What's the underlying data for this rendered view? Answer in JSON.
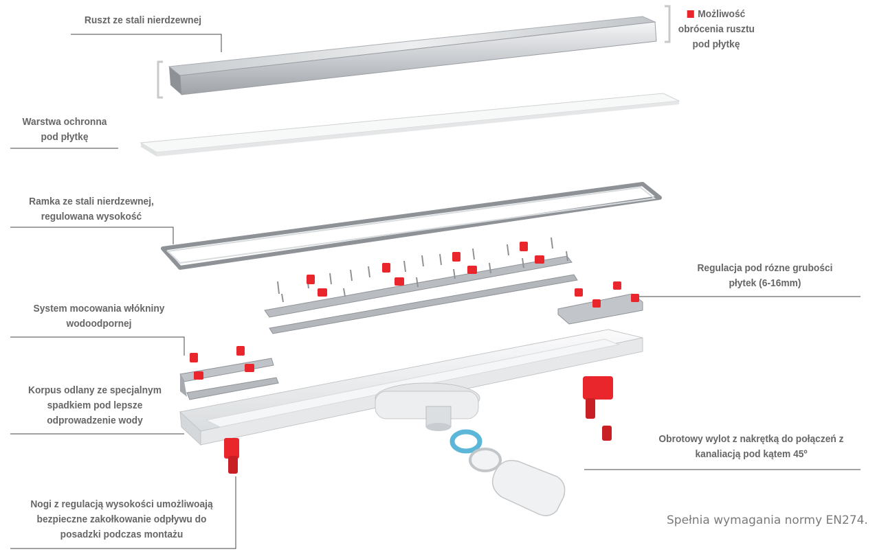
{
  "colors": {
    "line": "#444444",
    "label": "#666666",
    "accent_red": "#e8262b",
    "steel_light": "#e6e8ea",
    "steel_mid": "#b9bcc0",
    "steel_dark": "#8c9095",
    "plastic": "#f1f3f4",
    "seal_blue": "#5bb6d8"
  },
  "labels": {
    "grate": "Ruszt ze stali nierdzewnej",
    "reversible": [
      "Możliwość",
      "obrócenia rusztu",
      "pod płytkę"
    ],
    "protective_layer": [
      "Warstwa ochronna",
      "pod płytkę"
    ],
    "frame": [
      "Ramka ze stali nierdzewnej,",
      "regulowana wysokość"
    ],
    "tile_adjust": [
      "Regulacja pod rózne grubości",
      "płytek  (6-16mm)"
    ],
    "membrane_system": [
      "System mocowania włókniny",
      "wodoodpornej"
    ],
    "body": [
      "Korpus odlany ze specjalnym",
      "spadkiem pod lepsze",
      "odprowadzenie wody"
    ],
    "outlet": [
      "Obrotowy wylot z nakrętką do połączeń z",
      "kanaliacją pod kątem 45º"
    ],
    "legs": [
      "Nogi z regulacją wysokości umożliwoają",
      "bezpieczne zakołkowanie odpływu do",
      "posadzki podczas montażu"
    ]
  },
  "footer_note": "Spełnia wymagania normy EN274.",
  "icons": [
    "red-square-marker-icon"
  ]
}
